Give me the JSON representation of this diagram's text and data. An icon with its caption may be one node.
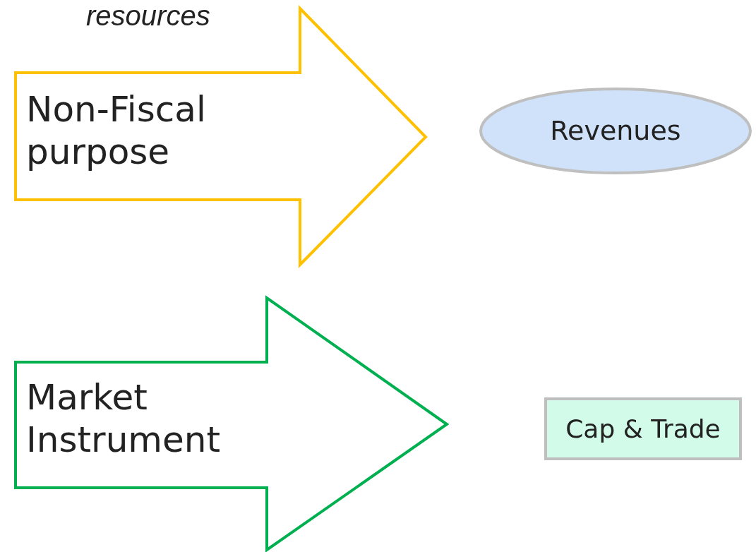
{
  "diagram": {
    "nodes": [
      {
        "text": [
          "Non-Fiscal purpose"
        ]
      },
      {
        "text": [
          "Revenues"
        ]
      },
      {
        "text": [
          "Market Instrument"
        ]
      },
      {
        "text": [
          "Cap & Trade"
        ]
      }
    ],
    "labels": [
      "resources"
    ]
  }
}
